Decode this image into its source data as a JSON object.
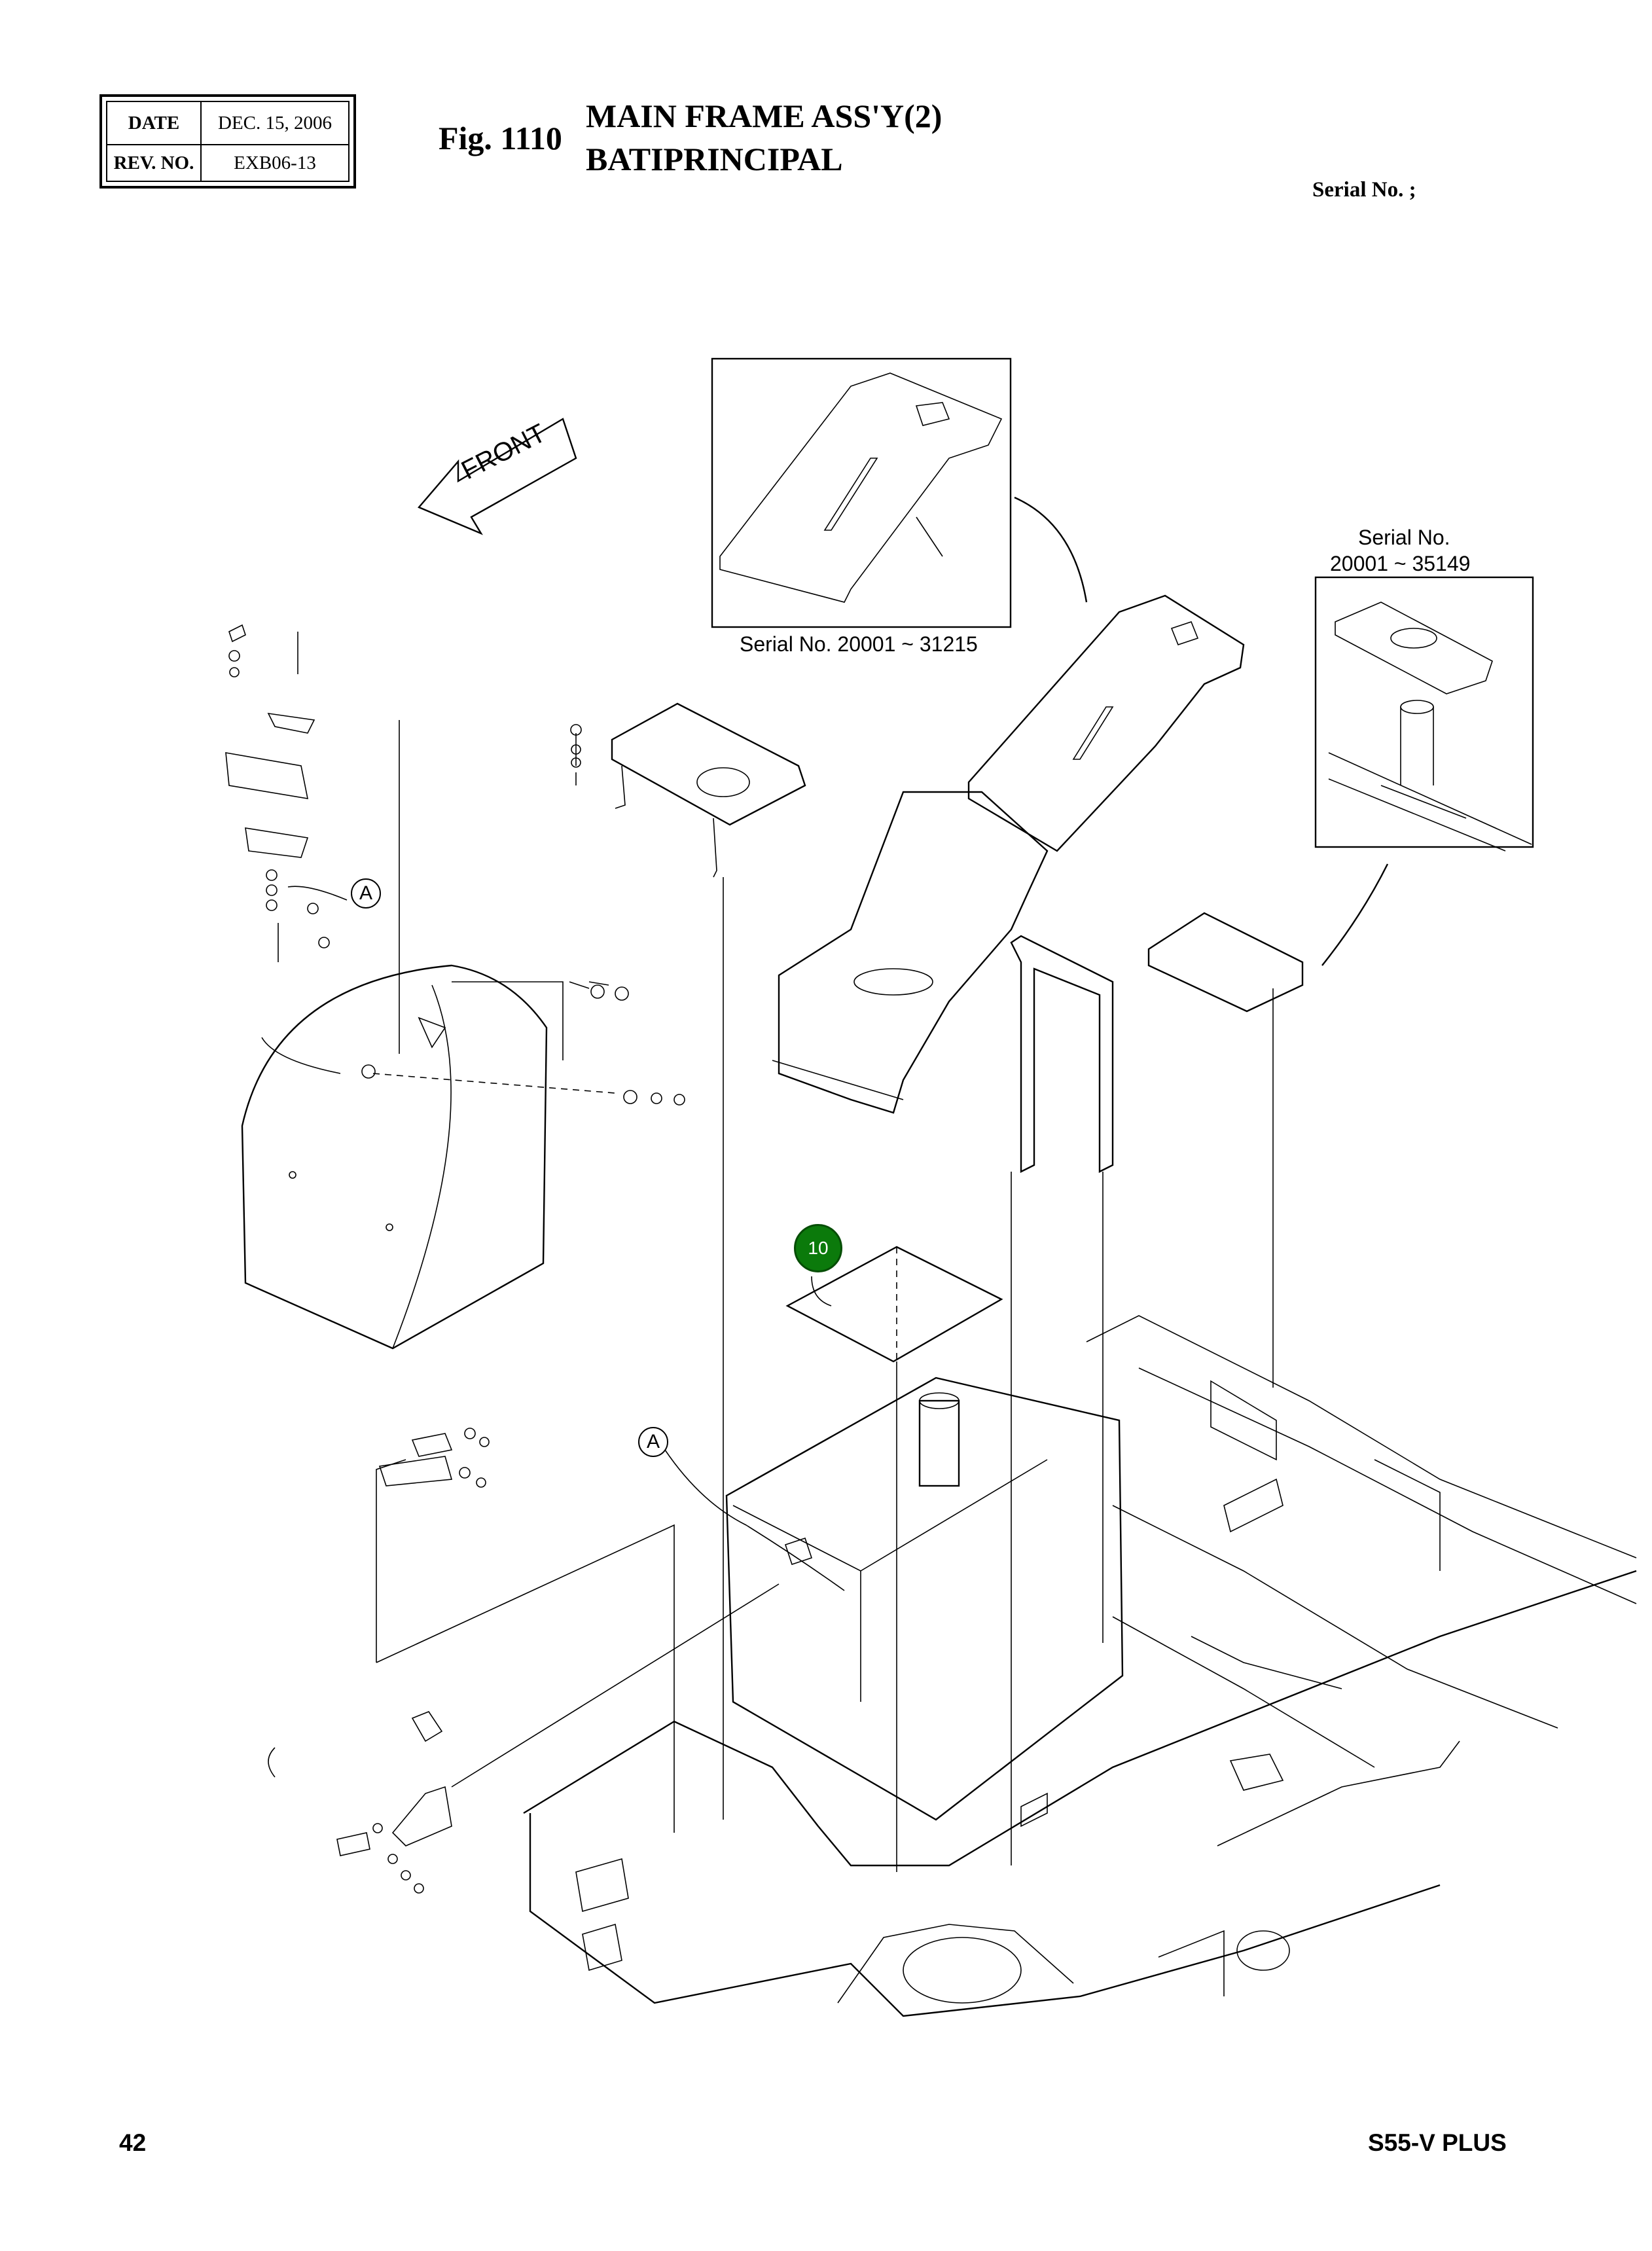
{
  "header": {
    "date_label": "DATE",
    "date_value": "DEC. 15, 2006",
    "rev_label": "REV. NO.",
    "rev_value": "EXB06-13",
    "fig_number": "Fig. 1110",
    "title_en": "MAIN FRAME ASS'Y(2)",
    "title_fr": "BATIPRINCIPAL",
    "serial_label": "Serial No. ;"
  },
  "diagram": {
    "front_label": "FRONT",
    "inset_top_label": "Serial No. 20001 ~ 31215",
    "inset_right_label_line1": "Serial No.",
    "inset_right_label_line2": "20001 ~ 35149",
    "ref_a_1": "A",
    "ref_a_2": "A",
    "callout_10": "10"
  },
  "footer": {
    "page_number": "42",
    "model": "S55-V PLUS"
  },
  "colors": {
    "callout_fill": "#0b7a0b",
    "line": "#000000"
  }
}
